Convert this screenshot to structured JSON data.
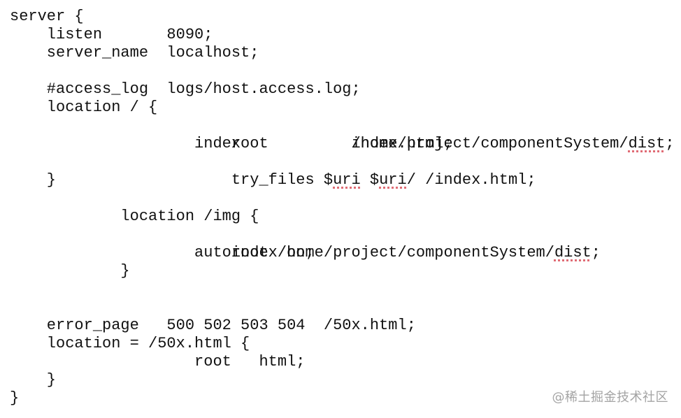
{
  "code": {
    "lines": [
      "server {",
      "    listen       8090;",
      "    server_name  localhost;",
      "",
      "    #access_log  logs/host.access.log;",
      "    location / {",
      "                    root         /home/project/componentSystem/dist;",
      "                    index            index.html;",
      "                    try_files $uri $uri/ /index.html;",
      "    }",
      "",
      "            location /img {",
      "                    root /home/project/componentSystem/dist;",
      "                    autoindex on;",
      "            }",
      "",
      "",
      "    error_page   500 502 503 504  /50x.html;",
      "    location = /50x.html {",
      "                    root   html;",
      "    }",
      "}"
    ],
    "spellcheck_flags": [
      "dist",
      "uri",
      "uri",
      "dist"
    ]
  },
  "watermark": {
    "text": "@稀土掘金技术社区"
  },
  "colors": {
    "text": "#111111",
    "background": "#ffffff",
    "spellcheck_underline": "#e06c75",
    "watermark": "#9a9a9a"
  }
}
